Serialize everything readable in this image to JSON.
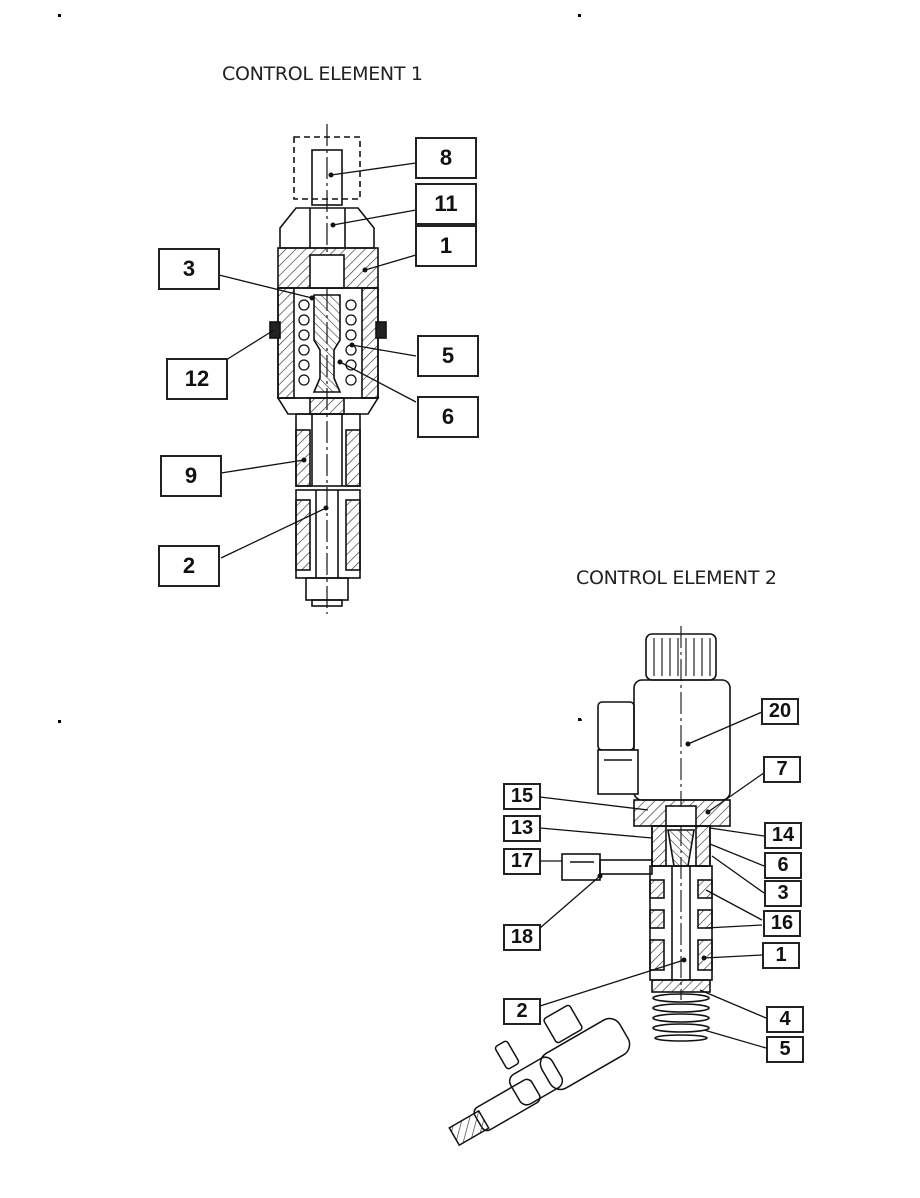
{
  "titles": {
    "element1": "CONTROL ELEMENT 1",
    "element2": "CONTROL ELEMENT 2"
  },
  "element1_callouts": [
    "8",
    "11",
    "1",
    "3",
    "12",
    "5",
    "6",
    "9",
    "2"
  ],
  "element2_callouts": [
    "20",
    "7",
    "15",
    "13",
    "14",
    "17",
    "6",
    "3",
    "16",
    "18",
    "1",
    "2",
    "4",
    "5"
  ]
}
